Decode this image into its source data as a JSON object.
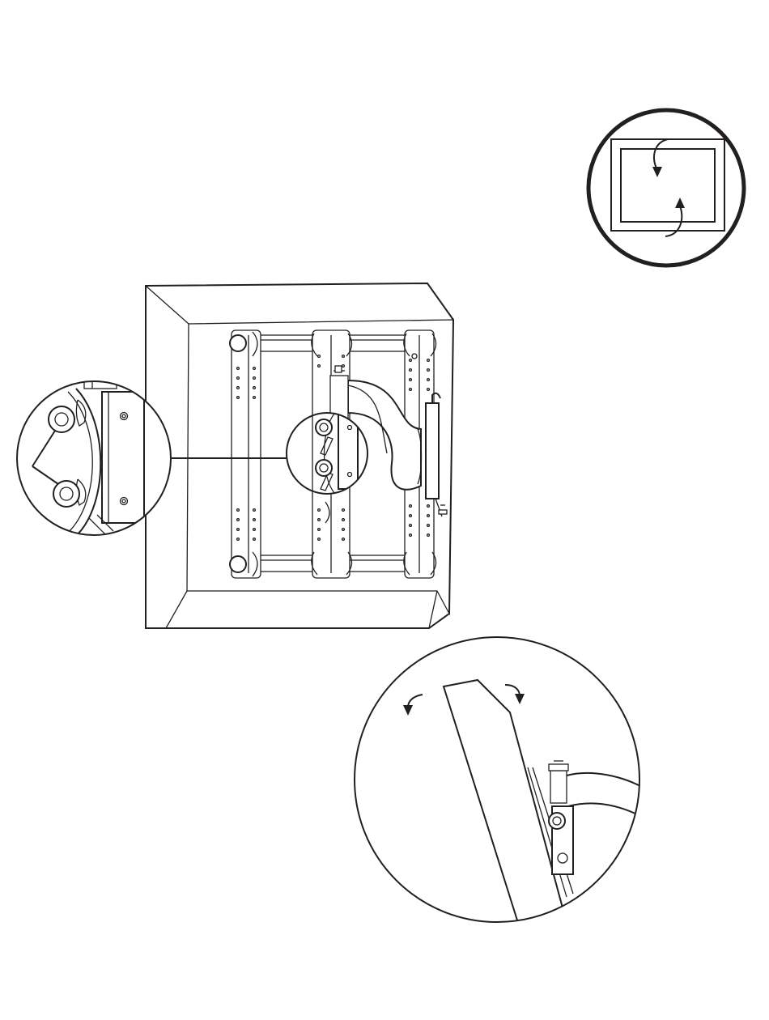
{
  "figure": {
    "colors": {
      "line": "#231f20",
      "background": "#ffffff"
    },
    "parts": [
      "rotation-detail-circle",
      "tv-back-panel",
      "swing-arm-mount",
      "knob-detail-circle",
      "tilt-detail-circle"
    ],
    "icons": [
      "curved-arrow-icon",
      "knob-icon",
      "pointer-lines"
    ]
  }
}
